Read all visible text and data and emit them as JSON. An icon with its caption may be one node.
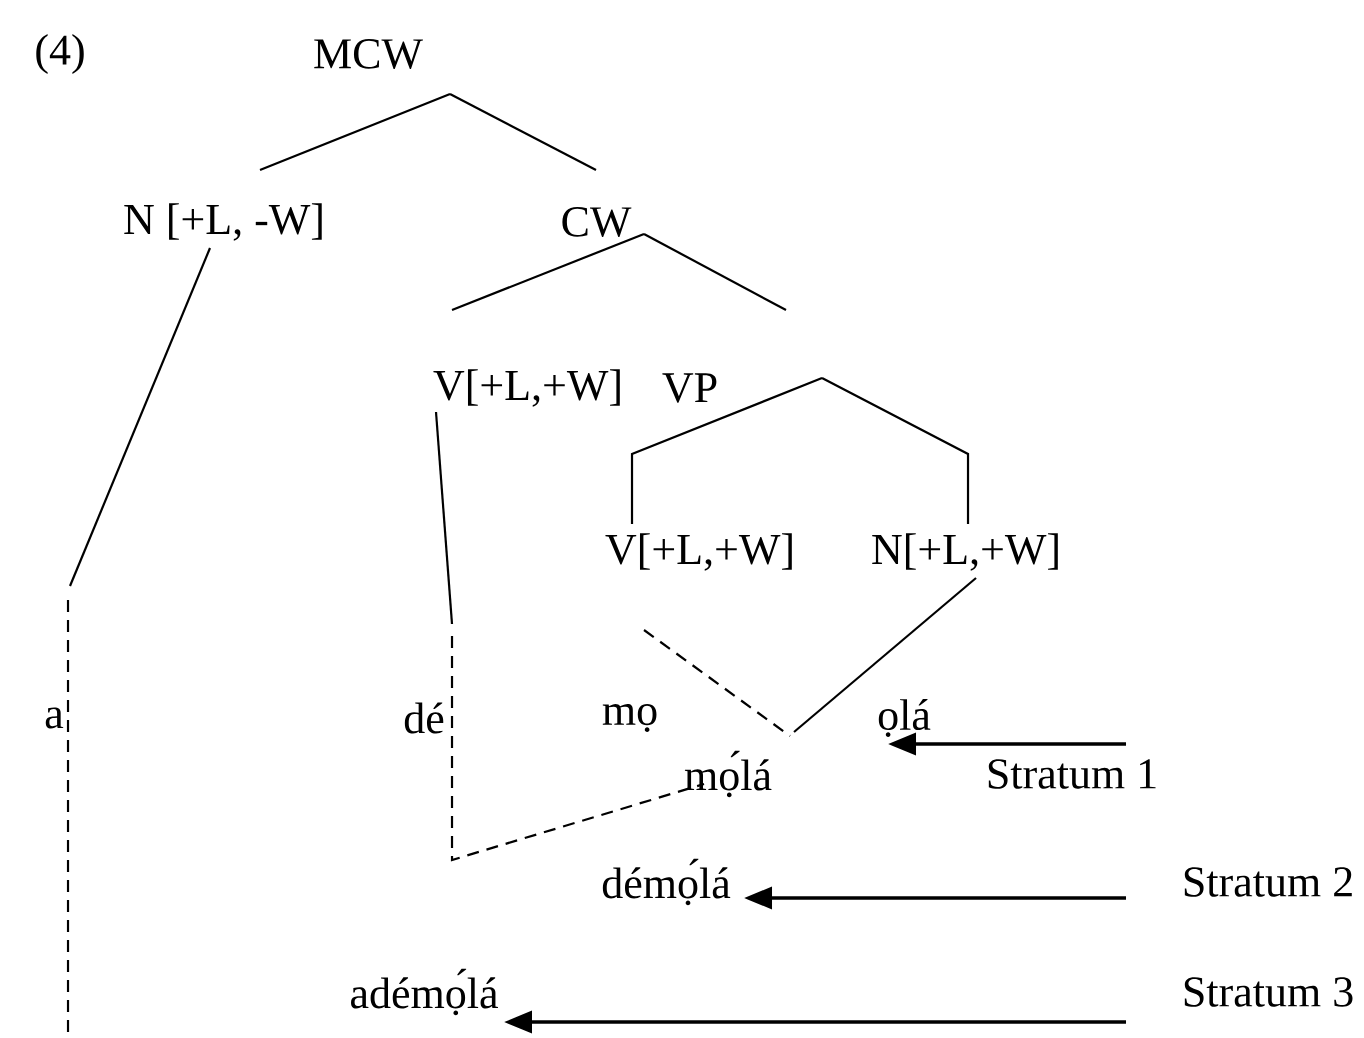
{
  "diagram": {
    "nodes": [
      {
        "text": [
          "MCW"
        ]
      },
      {
        "text": [
          "N [+L, -W]"
        ]
      },
      {
        "text": [
          "CW"
        ]
      },
      {
        "text": [
          "V[+L,+W]"
        ]
      },
      {
        "text": [
          "VP"
        ]
      },
      {
        "text": [
          "V[+L,+W]"
        ]
      },
      {
        "text": [
          "N[+L,+W]"
        ]
      },
      {
        "text": [
          "a"
        ]
      },
      {
        "text": [
          "dé"
        ]
      },
      {
        "text": [
          "mọ"
        ]
      },
      {
        "text": [
          "ọlá"
        ]
      },
      {
        "text": [
          "mọ́lá"
        ]
      },
      {
        "text": [
          "Stratum 1"
        ]
      },
      {
        "text": [
          "démọ́lá"
        ]
      },
      {
        "text": [
          "Stratum 2"
        ]
      },
      {
        "text": [
          "adémọ́lá"
        ]
      },
      {
        "text": [
          "Stratum 3"
        ]
      }
    ],
    "edges": [
      {
        "from": 0,
        "to": 1,
        "arrow": "none"
      },
      {
        "from": 0,
        "to": 2,
        "arrow": "none"
      },
      {
        "from": 2,
        "to": 3,
        "arrow": "none"
      },
      {
        "from": 2,
        "to": 4,
        "arrow": "none"
      },
      {
        "from": 4,
        "to": 5,
        "arrow": "none"
      },
      {
        "from": 4,
        "to": 6,
        "arrow": "none"
      },
      {
        "from": 1,
        "to": 7,
        "arrow": "none"
      },
      {
        "from": 7,
        "to": null,
        "arrow": "none",
        "style": "dashed"
      },
      {
        "from": 3,
        "to": 8,
        "arrow": "none"
      },
      {
        "from": 8,
        "to": 11,
        "arrow": "none",
        "style": "dashed"
      },
      {
        "from": 5,
        "to": 11,
        "arrow": "none",
        "style": "dashed"
      },
      {
        "from": 6,
        "to": 11,
        "arrow": "none"
      },
      {
        "from": 12,
        "to": 10,
        "arrow": "to"
      },
      {
        "from": 14,
        "to": 13,
        "arrow": "to"
      },
      {
        "from": 16,
        "to": 15,
        "arrow": "to"
      }
    ],
    "labels": [
      "(4)"
    ]
  }
}
